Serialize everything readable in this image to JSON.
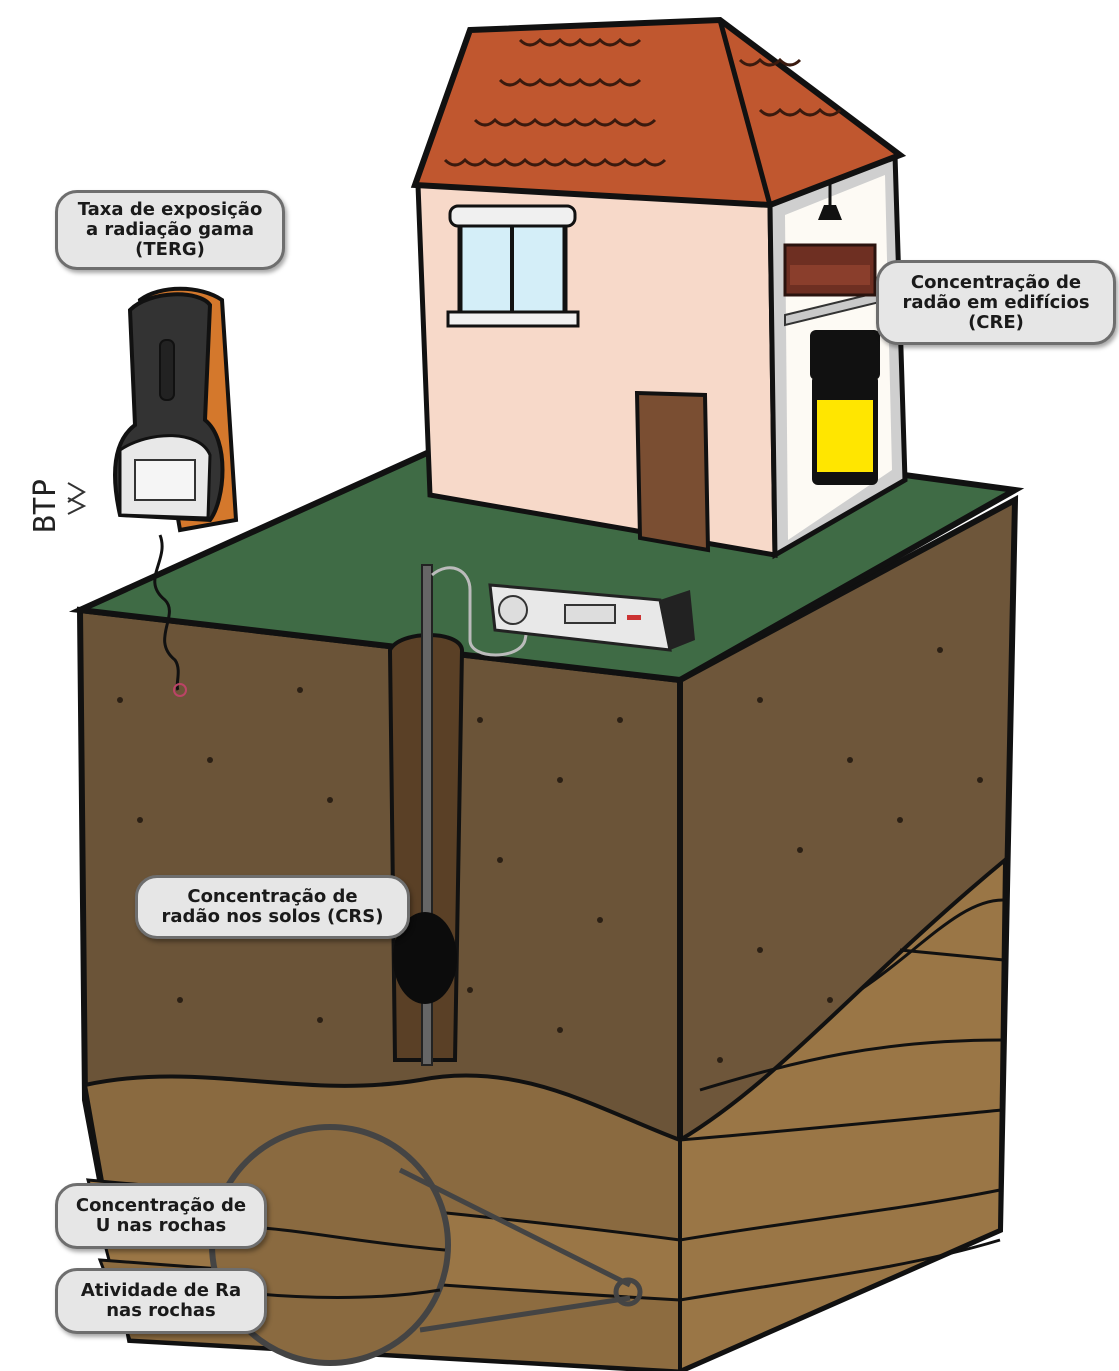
{
  "labels": {
    "terg": {
      "line1": "Taxa de exposição",
      "line2": "a radiação gama",
      "line3": "(TERG)"
    },
    "cre": {
      "line1": "Concentração de",
      "line2": "radão em edifícios",
      "line3": "(CRE)"
    },
    "crs": {
      "line1": "Concentração de",
      "line2": "radão nos solos (CRS)"
    },
    "u_rocks": {
      "line1": "Concentração de",
      "line2": "U nas rochas"
    },
    "ra_rocks": {
      "line1": "Atividade de Ra",
      "line2": "nas rochas"
    }
  },
  "device_text": {
    "btp": "BTP"
  },
  "colors": {
    "grass": "#3f6b45",
    "soil": "#6b5438",
    "soil_dark": "#5c4730",
    "rock_light": "#9a7646",
    "rock_mid": "#8a6a40",
    "roof": "#c0572f",
    "wall": "#f7d9c9",
    "callout_bg": "#e6e6e6",
    "callout_border": "#6e6e6e",
    "detector_yellow": "#ffe600",
    "gamma_orange": "#d4782c"
  }
}
